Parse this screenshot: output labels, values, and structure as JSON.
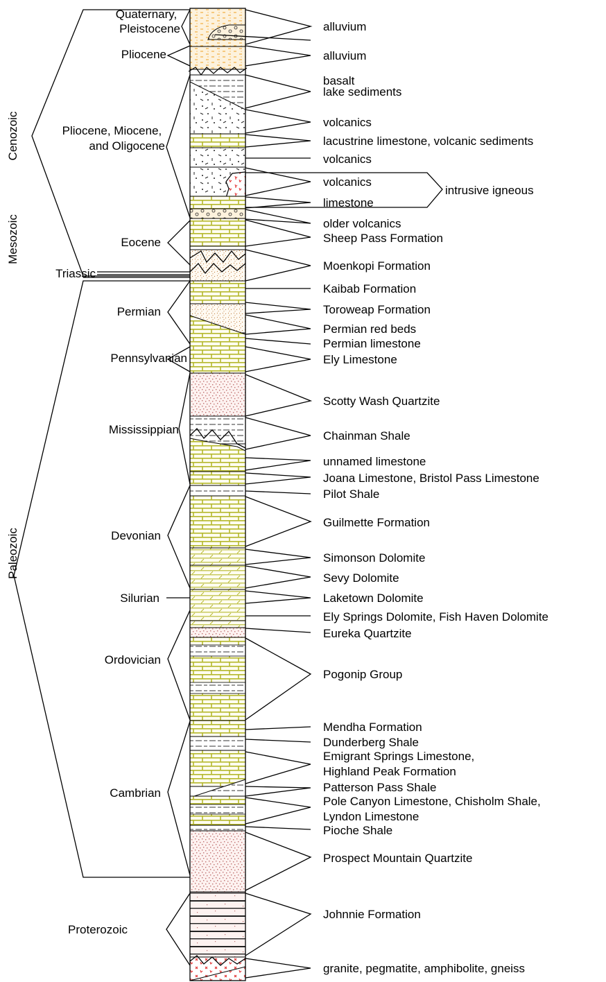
{
  "eras": [
    {
      "id": "cenozoic",
      "label": "Cenozoic"
    },
    {
      "id": "mesozoic",
      "label": "Mesozoic"
    },
    {
      "id": "paleozoic",
      "label": "Paleozoic"
    }
  ],
  "periods": [
    {
      "id": "quaternary",
      "lines": [
        "Quaternary,",
        "Pleistocene"
      ]
    },
    {
      "id": "pliocene",
      "lines": [
        "Pliocene"
      ]
    },
    {
      "id": "plio-mio-oligocene",
      "lines": [
        "Pliocene, Miocene,",
        "and Oligocene"
      ]
    },
    {
      "id": "eocene",
      "lines": [
        "Eocene"
      ]
    },
    {
      "id": "triassic",
      "lines": [
        "Triassic"
      ]
    },
    {
      "id": "permian",
      "lines": [
        "Permian"
      ]
    },
    {
      "id": "pennsylvanian",
      "lines": [
        "Pennsylvanian"
      ]
    },
    {
      "id": "mississippian",
      "lines": [
        "Mississippian"
      ]
    },
    {
      "id": "devonian",
      "lines": [
        "Devonian"
      ]
    },
    {
      "id": "silurian",
      "lines": [
        "Silurian"
      ]
    },
    {
      "id": "ordovician",
      "lines": [
        "Ordovician"
      ]
    },
    {
      "id": "cambrian",
      "lines": [
        "Cambrian"
      ]
    },
    {
      "id": "proterozoic",
      "lines": [
        "Proterozoic"
      ]
    }
  ],
  "formations": [
    {
      "id": "alluvium-1",
      "lines": [
        "alluvium"
      ]
    },
    {
      "id": "alluvium-2",
      "lines": [
        "alluvium"
      ]
    },
    {
      "id": "basalt",
      "lines": [
        "basalt"
      ]
    },
    {
      "id": "lake-sediments",
      "lines": [
        "lake sediments"
      ]
    },
    {
      "id": "volcanics-1",
      "lines": [
        "volcanics"
      ]
    },
    {
      "id": "lacustrine",
      "lines": [
        "lacustrine limestone, volcanic sediments"
      ]
    },
    {
      "id": "volcanics-2",
      "lines": [
        "volcanics"
      ]
    },
    {
      "id": "volcanics-3",
      "lines": [
        "volcanics"
      ]
    },
    {
      "id": "limestone",
      "lines": [
        "limestone"
      ]
    },
    {
      "id": "intrusive-igneous",
      "lines": [
        "intrusive igneous"
      ]
    },
    {
      "id": "older-volcanics",
      "lines": [
        "older volcanics"
      ]
    },
    {
      "id": "sheep-pass",
      "lines": [
        "Sheep Pass Formation"
      ]
    },
    {
      "id": "moenkopi",
      "lines": [
        "Moenkopi Formation"
      ]
    },
    {
      "id": "kaibab",
      "lines": [
        "Kaibab Formation"
      ]
    },
    {
      "id": "toroweap",
      "lines": [
        "Toroweap Formation"
      ]
    },
    {
      "id": "permian-red-beds",
      "lines": [
        "Permian red beds"
      ]
    },
    {
      "id": "permian-limestone",
      "lines": [
        "Permian limestone"
      ]
    },
    {
      "id": "ely-limestone",
      "lines": [
        "Ely Limestone"
      ]
    },
    {
      "id": "scotty-wash",
      "lines": [
        "Scotty Wash Quartzite"
      ]
    },
    {
      "id": "chainman",
      "lines": [
        "Chainman Shale"
      ]
    },
    {
      "id": "unnamed-limestone",
      "lines": [
        "unnamed limestone"
      ]
    },
    {
      "id": "joana",
      "lines": [
        "Joana Limestone, Bristol Pass Limestone"
      ]
    },
    {
      "id": "pilot-shale",
      "lines": [
        "Pilot Shale"
      ]
    },
    {
      "id": "guilmette",
      "lines": [
        "Guilmette Formation"
      ]
    },
    {
      "id": "simonson",
      "lines": [
        "Simonson Dolomite"
      ]
    },
    {
      "id": "sevy",
      "lines": [
        "Sevy Dolomite"
      ]
    },
    {
      "id": "laketown",
      "lines": [
        "Laketown Dolomite"
      ]
    },
    {
      "id": "ely-springs",
      "lines": [
        "Ely Springs Dolomite, Fish Haven Dolomite"
      ]
    },
    {
      "id": "eureka",
      "lines": [
        "Eureka Quartzite"
      ]
    },
    {
      "id": "pogonip",
      "lines": [
        "Pogonip Group"
      ]
    },
    {
      "id": "mendha",
      "lines": [
        "Mendha Formation"
      ]
    },
    {
      "id": "dunderberg",
      "lines": [
        "Dunderberg Shale"
      ]
    },
    {
      "id": "emigrant-springs",
      "lines": [
        "Emigrant Springs Limestone,",
        "Highland Peak Formation"
      ]
    },
    {
      "id": "patterson-pass",
      "lines": [
        "Patterson Pass Shale"
      ]
    },
    {
      "id": "pole-canyon",
      "lines": [
        "Pole Canyon Limestone, Chisholm Shale,",
        "Lyndon Limestone"
      ]
    },
    {
      "id": "pioche",
      "lines": [
        "Pioche Shale"
      ]
    },
    {
      "id": "prospect-mountain",
      "lines": [
        "Prospect Mountain Quartzite"
      ]
    },
    {
      "id": "johnnie",
      "lines": [
        "Johnnie Formation"
      ]
    },
    {
      "id": "granite",
      "lines": [
        "granite, pegmatite, amphibolite, gneiss"
      ]
    }
  ],
  "colors": {
    "limestone": "#b5b82e",
    "alluvium_fill": "#fdf2dd",
    "alluvium_dash": "#f0a020",
    "quartzite_fill": "#fdf2f0",
    "quartzite_dot": "#c07070",
    "sand_dot": "#c08040",
    "igneous": "#e02020",
    "ink": "#000000"
  }
}
